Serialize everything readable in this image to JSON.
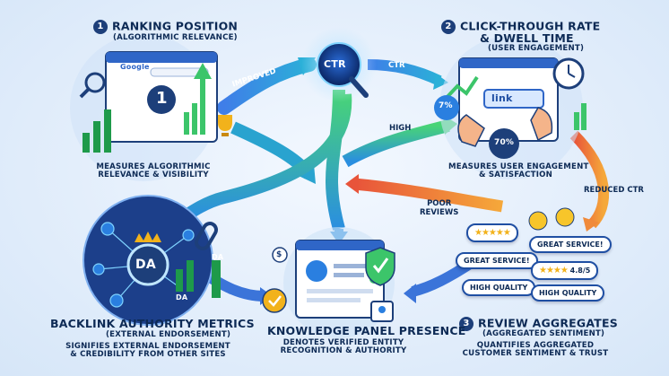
{
  "nodes": {
    "ranking": {
      "number": "1",
      "title": "Ranking Position",
      "subtitle": "(Algorithmic Relevance)",
      "description_1": "Measures Algorithmic",
      "description_2": "Relevance & Visibility",
      "search_brand": "Google",
      "rank_badge": "1"
    },
    "ctr": {
      "number": "2",
      "title_1": "Click-Through Rate",
      "title_2": "& Dwell Time",
      "subtitle": "(User Engagement)",
      "description_1": "Measures User Engagement",
      "description_2": "& Satisfaction",
      "link_label": "link",
      "pct_small": "7%",
      "pct_large": "70%"
    },
    "reviews": {
      "number": "3",
      "title": "Review Aggregates",
      "subtitle": "(Aggregated Sentiment)",
      "description_1": "Quantifies Aggregated",
      "description_2": "Customer Sentiment & Trust",
      "pill_1": "Great Service!",
      "pill_2": "Great Service!",
      "pill_3": "High Quality",
      "pill_4": "High Quality",
      "rating": "4.8/5"
    },
    "knowledge": {
      "title": "Knowledge Panel Presence",
      "description_1": "Denotes Verified Entity",
      "description_2": "Recognition & Authority",
      "dollar": "$"
    },
    "backlinks": {
      "title": "Backlink Authority Metrics",
      "subtitle": "(External Endorsement)",
      "description_1": "Signifies External Endorsement",
      "description_2": "& Credibility from Other Sites",
      "badge": "DA",
      "badge_small_1": "DA",
      "badge_small_2": "DA"
    }
  },
  "center": {
    "label": "CTR"
  },
  "connectors": {
    "improved": "Improved",
    "ctr": "CTR",
    "high": "High",
    "reduced_ctr": "Reduced CTR",
    "poor_reviews_1": "Poor",
    "poor_reviews_2": "Reviews"
  },
  "colors": {
    "navy": "#0d2a55",
    "blue": "#1f4fa3",
    "green": "#3cc56a",
    "orange": "#f08a3a",
    "teal": "#2aa7c9"
  }
}
